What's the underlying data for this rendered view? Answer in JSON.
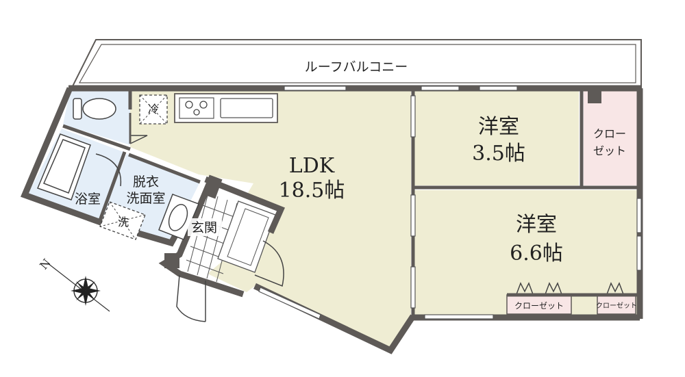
{
  "colors": {
    "ldk_floor": "#efedd3",
    "bath_floor": "#e4eef8",
    "closet_floor": "#f8e6e6",
    "wall": "#5e5a57",
    "balcony": "#ffffff"
  },
  "rooms": {
    "roof_balcony": "ルーフバルコニー",
    "ldk_name": "LDK",
    "ldk_size": "18.5帖",
    "room1_name": "洋室",
    "room1_size": "3.5帖",
    "room2_name": "洋室",
    "room2_size": "6.6帖",
    "closet1_line1": "クロー",
    "closet1_line2": "ゼット",
    "closet2": "クローゼット",
    "closet3": "クローゼット",
    "bath": "浴室",
    "washroom_line1": "脱衣",
    "washroom_line2": "洗面室",
    "entrance": "玄関"
  },
  "symbols": {
    "fridge": "冷",
    "washer": "洗"
  },
  "compass": {
    "north": "N"
  }
}
